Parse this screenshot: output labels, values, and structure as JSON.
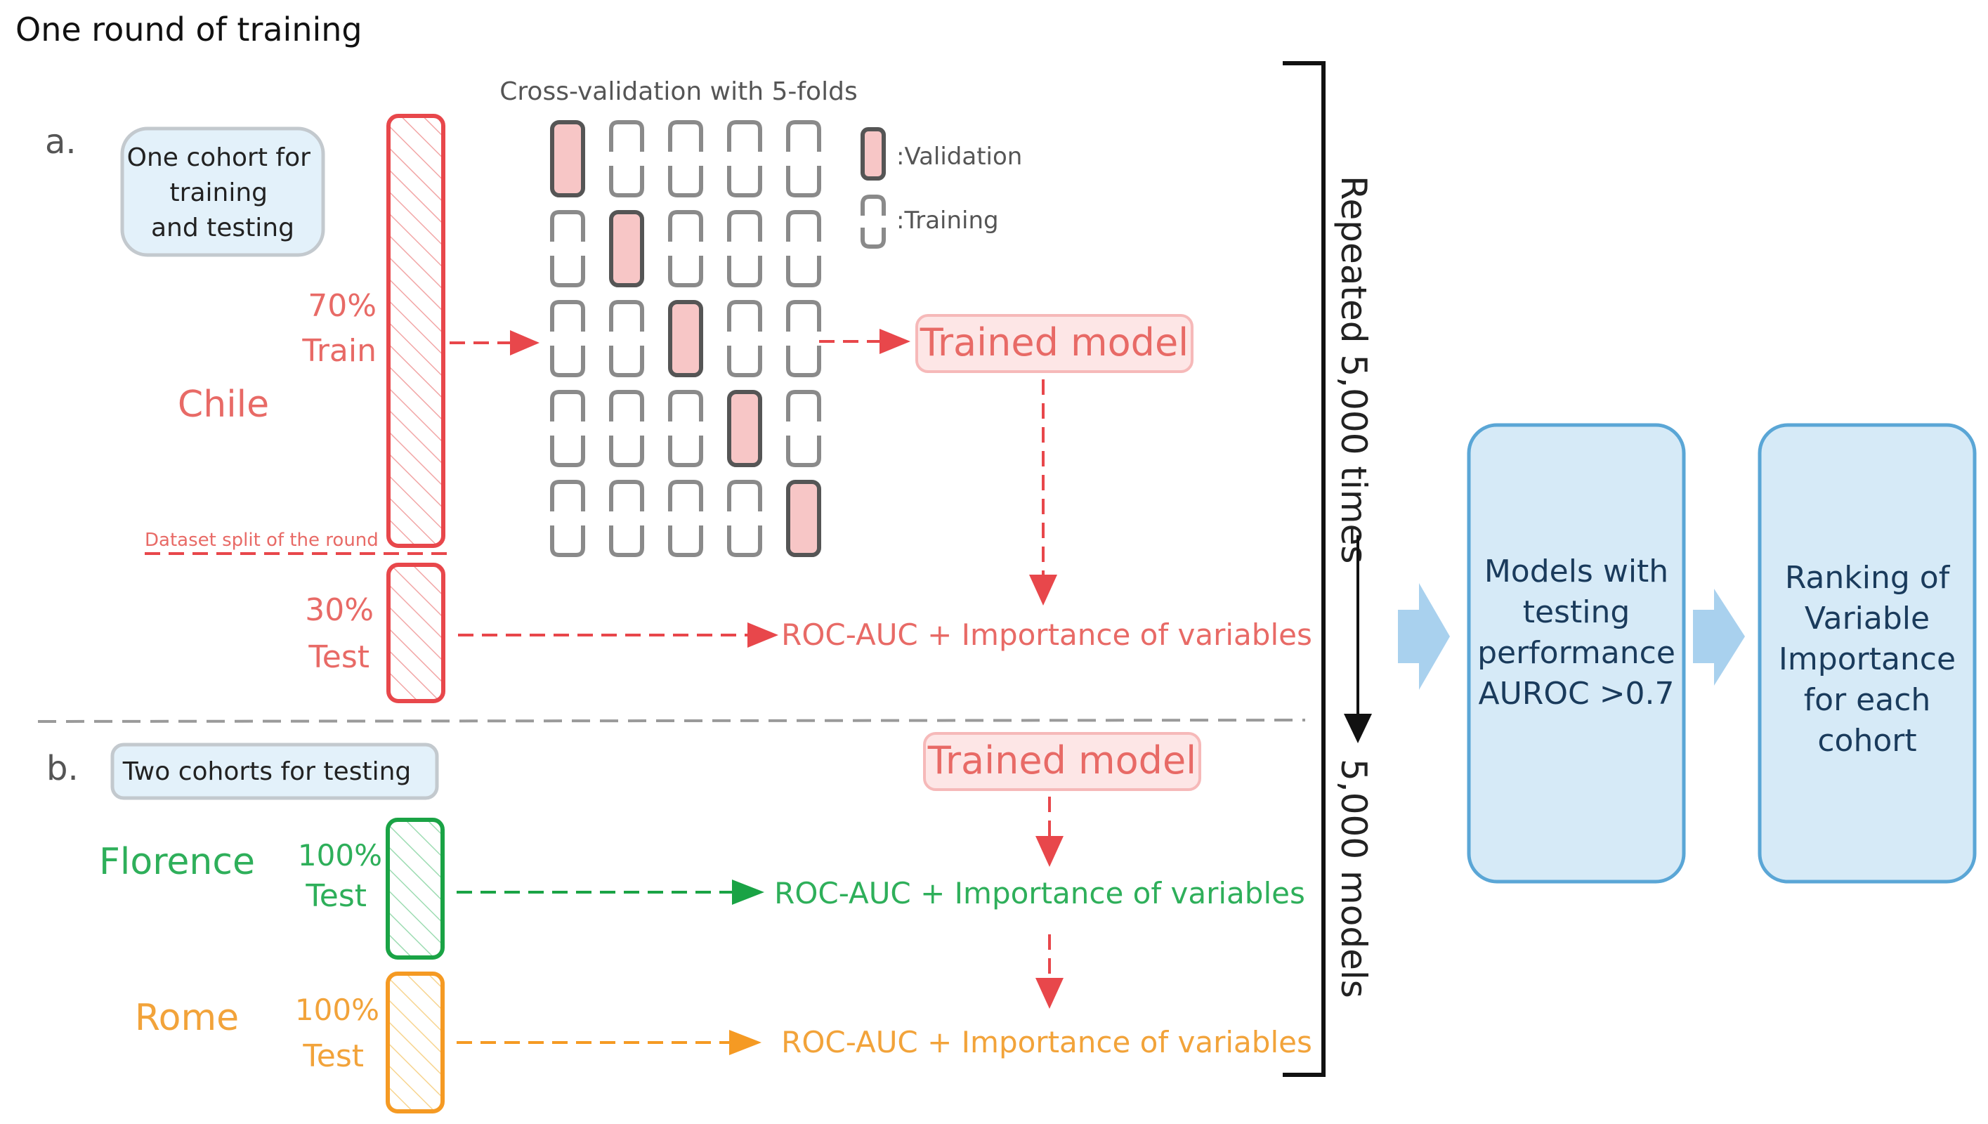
{
  "title": "One round of training",
  "section_a": {
    "letter": "a.",
    "cohort_label": [
      "One cohort for",
      "training",
      "and testing"
    ],
    "cohort_name": "Chile",
    "train_pct": "70%",
    "train_label": "Train",
    "test_pct": "30%",
    "test_label": "Test",
    "split_label": "Dataset split of the round",
    "cv_title": "Cross-validation with 5-folds",
    "legend_validation": ":Validation",
    "legend_training": ":Training",
    "trained_model": "Trained model",
    "result": "ROC-AUC + Importance of variables"
  },
  "section_b": {
    "letter": "b.",
    "cohort_label": "Two cohorts for testing",
    "trained_model": "Trained model",
    "cohorts": [
      {
        "name": "Florence",
        "pct": "100%",
        "label": "Test",
        "result": "ROC-AUC + Importance of variables",
        "color": "#2eaf5a"
      },
      {
        "name": "Rome",
        "pct": "100%",
        "label": "Test",
        "result": "ROC-AUC + Importance of variables",
        "color": "#f2a33a"
      }
    ]
  },
  "repeat": {
    "top_label": "Repeated 5,000 times",
    "bottom_label": "5,000 models"
  },
  "boxes": [
    {
      "lines": [
        "Models with",
        "testing",
        "performance",
        "AUROC >0.7"
      ]
    },
    {
      "lines": [
        "Ranking of",
        "Variable",
        "Importance",
        "for each",
        "cohort"
      ]
    }
  ],
  "colors": {
    "red": "#e8474b",
    "red_text": "#e86a66",
    "green": "#1aa345",
    "orange": "#f59a23",
    "blue_box": "#d6eaf7",
    "blue_border": "#5aa6d6",
    "validation_fill": "#f7c6c6"
  }
}
